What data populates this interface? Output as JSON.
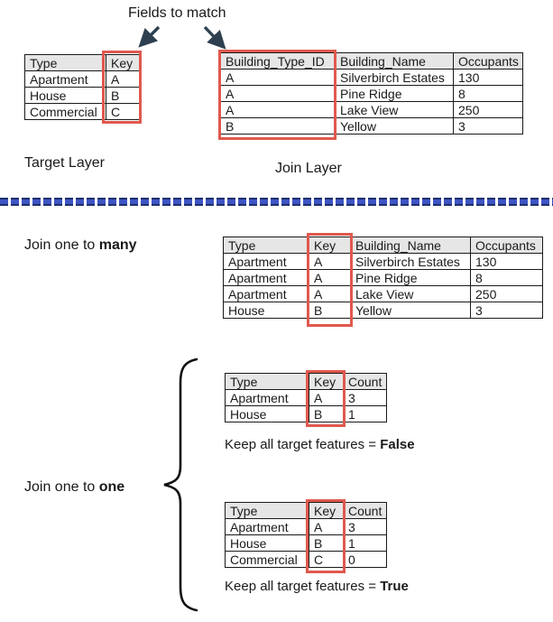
{
  "header": {
    "label": "Fields to match"
  },
  "sections": {
    "target": {
      "caption": "Target Layer"
    },
    "join": {
      "caption": "Join Layer"
    },
    "one_to_many": {
      "label_prefix": "Join one to ",
      "label_bold": "many"
    },
    "one_to_one": {
      "label_prefix": "Join one to ",
      "label_bold": "one"
    }
  },
  "tables": {
    "target": {
      "headers": [
        "Type",
        "Key"
      ],
      "rows": [
        [
          "Apartment",
          "A"
        ],
        [
          "House",
          "B"
        ],
        [
          "Commercial",
          "C"
        ]
      ],
      "highlighted_column": "Key"
    },
    "join": {
      "headers": [
        "Building_Type_ID",
        "Building_Name",
        "Occupants"
      ],
      "rows": [
        [
          "A",
          "Silverbirch Estates",
          "130"
        ],
        [
          "A",
          "Pine Ridge",
          "8"
        ],
        [
          "A",
          "Lake View",
          "250"
        ],
        [
          "B",
          "Yellow",
          "3"
        ]
      ],
      "highlighted_column": "Building_Type_ID"
    },
    "one_to_many": {
      "headers": [
        "Type",
        "Key",
        "Building_Name",
        "Occupants"
      ],
      "rows": [
        [
          "Apartment",
          "A",
          "Silverbirch Estates",
          "130"
        ],
        [
          "Apartment",
          "A",
          "Pine Ridge",
          "8"
        ],
        [
          "Apartment",
          "A",
          "Lake View",
          "250"
        ],
        [
          "House",
          "B",
          "Yellow",
          "3"
        ]
      ],
      "highlighted_column": "Key"
    },
    "one_to_one_false": {
      "headers": [
        "Type",
        "Key",
        "Count"
      ],
      "rows": [
        [
          "Apartment",
          "A",
          "3"
        ],
        [
          "House",
          "B",
          "1"
        ]
      ],
      "highlighted_column": "Key"
    },
    "one_to_one_true": {
      "headers": [
        "Type",
        "Key",
        "Count"
      ],
      "rows": [
        [
          "Apartment",
          "A",
          "3"
        ],
        [
          "House",
          "B",
          "1"
        ],
        [
          "Commercial",
          "C",
          "0"
        ]
      ],
      "highlighted_column": "Key"
    }
  },
  "captions": {
    "keep_false": {
      "prefix": "Keep all target features = ",
      "bold": "False"
    },
    "keep_true": {
      "prefix": "Keep all target features = ",
      "bold": "True"
    }
  },
  "colors": {
    "highlight_red": "#e0584e",
    "header_gray": "#e7e6e6",
    "divider_blue": "#3e55c3",
    "divider_dark_blue": "#1c2f6e",
    "arrow_navy": "#2e4050",
    "brace_black": "#111111"
  }
}
